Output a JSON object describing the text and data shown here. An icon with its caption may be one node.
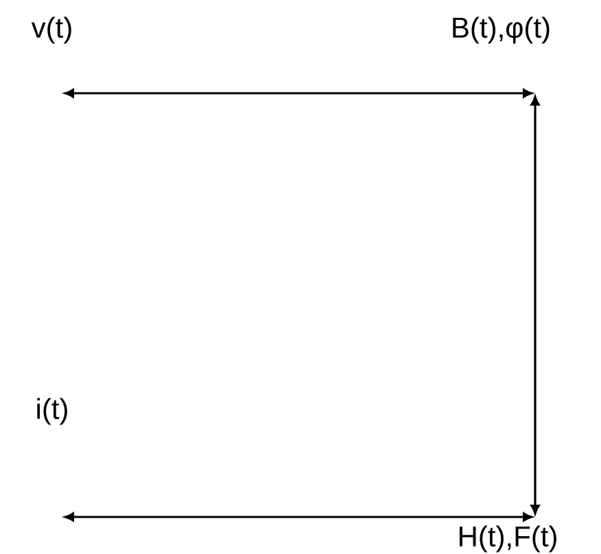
{
  "diagram": {
    "nodes": [
      {
        "text": [
          "v(t)"
        ]
      },
      {
        "text": [
          "B(t),φ(t)"
        ]
      },
      {
        "text": [
          "i(t)"
        ]
      },
      {
        "text": [
          "H(t),F(t)"
        ]
      }
    ],
    "edges": [
      {
        "from": 0,
        "to": 1,
        "arrow": "both"
      },
      {
        "from": 1,
        "to": 3,
        "arrow": "both"
      },
      {
        "from": 2,
        "to": 3,
        "arrow": "both"
      }
    ]
  }
}
